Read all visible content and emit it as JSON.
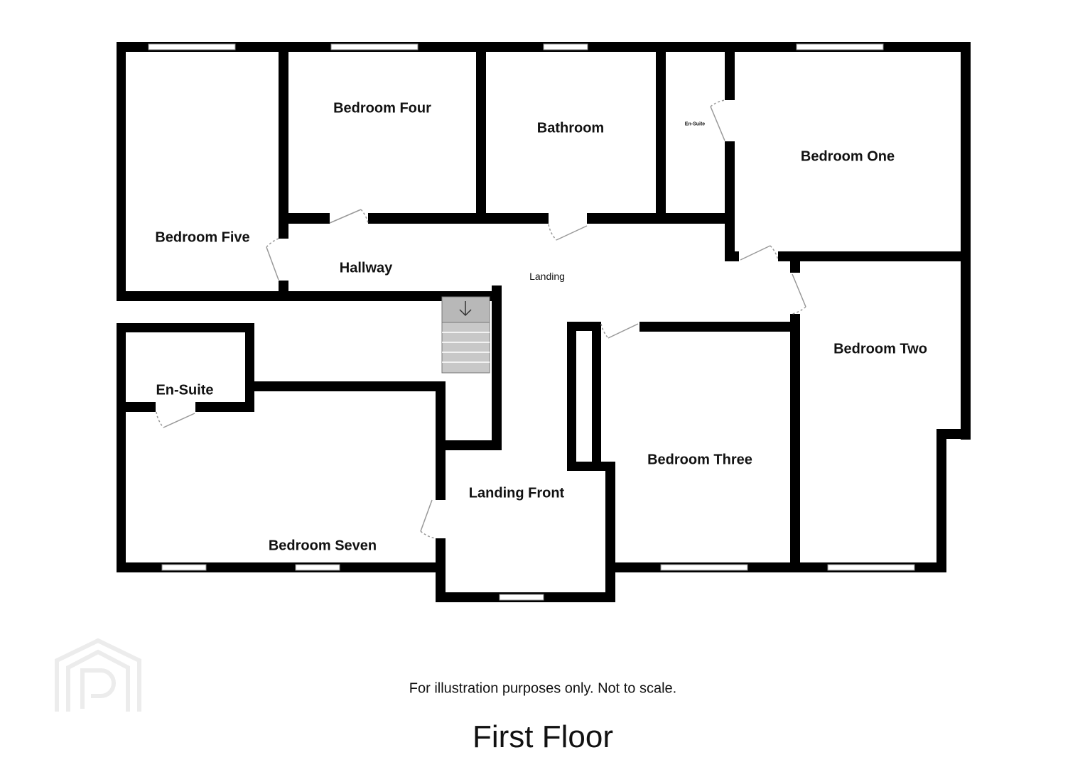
{
  "rooms": {
    "bedroom_five": "Bedroom Five",
    "bedroom_four": "Bedroom Four",
    "bathroom": "Bathroom",
    "en_suite_small": "En-Suite",
    "bedroom_one": "Bedroom One",
    "hallway": "Hallway",
    "landing": "Landing",
    "bedroom_two": "Bedroom Two",
    "en_suite": "En-Suite",
    "bedroom_three": "Bedroom Three",
    "landing_front": "Landing Front",
    "bedroom_seven": "Bedroom Seven"
  },
  "footer": {
    "disclaimer": "For illustration purposes only. Not to scale.",
    "floor_title": "First Floor"
  },
  "colors": {
    "wall": "#000000",
    "stairs": "#c8c8c8",
    "watermark": "#ececec"
  },
  "icons": {
    "stairs_arrow": "arrow-down-icon",
    "watermark": "house-logo-icon"
  }
}
